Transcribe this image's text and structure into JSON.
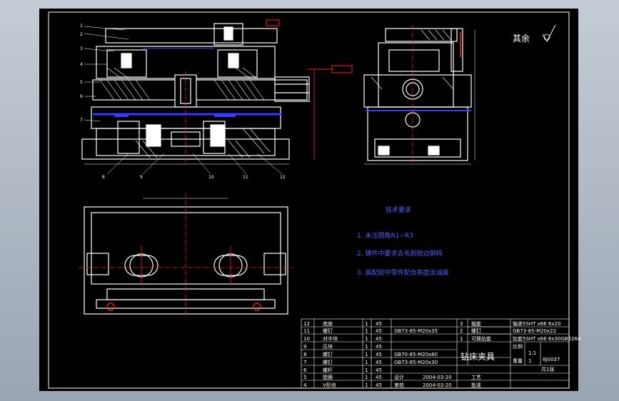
{
  "drawing": {
    "finish_note": "其余",
    "title": "钻床夹具",
    "drawing_no": "8J0037",
    "scale": "1:1",
    "sheet_count": "1"
  },
  "tech_requirements": {
    "heading": "技术要求",
    "items": [
      "1. 未注圆角R1~R3",
      "2. 铸件中要求去毛刺锐边倒钝",
      "3. 装配前中零件配合表面涂油装"
    ]
  },
  "callouts": [
    "1",
    "2",
    "3",
    "4",
    "5",
    "6",
    "7",
    "8",
    "9",
    "10",
    "11",
    "12"
  ],
  "bom": [
    {
      "no": "12",
      "name": "底座",
      "qty": "1",
      "mat": "45",
      "std": ""
    },
    {
      "no": "11",
      "name": "螺钉",
      "qty": "1",
      "mat": "45",
      "std": "GB73-85-M20x35"
    },
    {
      "no": "10",
      "name": "对中块",
      "qty": "1",
      "mat": "45",
      "std": ""
    },
    {
      "no": "9",
      "name": "压块",
      "qty": "1",
      "mat": "45",
      "std": ""
    },
    {
      "no": "8",
      "name": "螺钉",
      "qty": "1",
      "mat": "45",
      "std": "GB70-85-M20x80"
    },
    {
      "no": "7",
      "name": "螺钉",
      "qty": "1",
      "mat": "45",
      "std": "GB73-85-M20x30"
    },
    {
      "no": "6",
      "name": "螺杆",
      "qty": "1",
      "mat": "45",
      "std": ""
    },
    {
      "no": "5",
      "name": "垫圈",
      "qty": "1",
      "mat": "45",
      "std": ""
    },
    {
      "no": "4",
      "name": "V形块",
      "qty": "1",
      "mat": "45",
      "std": ""
    }
  ],
  "bom_right": [
    {
      "no": "3",
      "name": "轴套",
      "std": "轴承5SHT x66 6x20"
    },
    {
      "no": "2",
      "name": "螺钉",
      "std": "GB73-85-M20x22"
    },
    {
      "no": "1",
      "name": "可换钻套",
      "std": "钻套5SHT x66 6x30GB2264"
    }
  ],
  "title_block": {
    "design": "设计",
    "check": "审核",
    "date1": "2004-03-20",
    "date2": "2004-03-20",
    "process": "工艺",
    "approve": "批准",
    "scale_label": "比例",
    "weight_label": "重量",
    "qty_label": "共1张"
  },
  "colors": {
    "frame": "#ffffff",
    "accent_red": "#ff2020",
    "accent_blue": "#3838ff",
    "hatch": "#ffffff"
  }
}
